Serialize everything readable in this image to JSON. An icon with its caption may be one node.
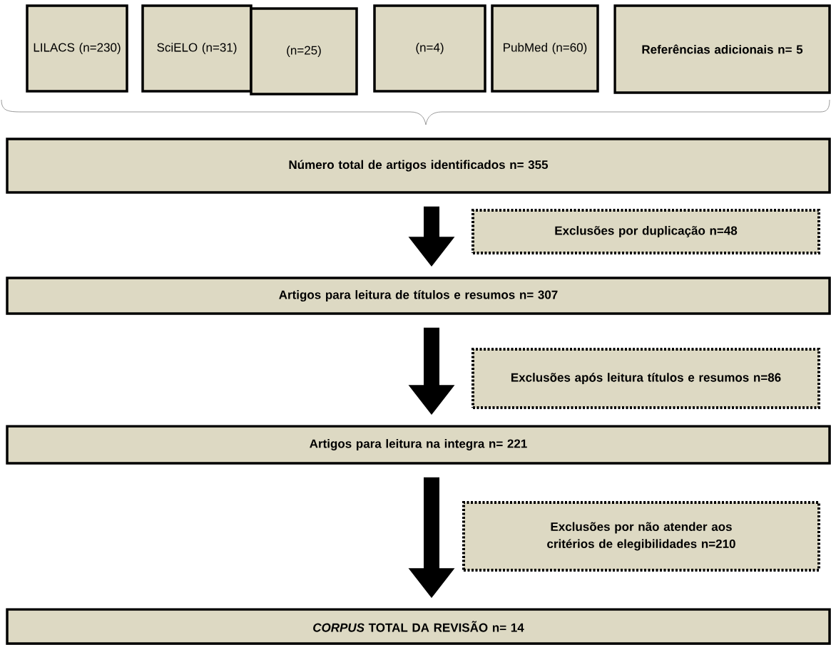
{
  "diagram": {
    "nodes": [
      {
        "text": [
          "LILACS (n=230)"
        ]
      },
      {
        "text": [
          "SciELO (n=31)"
        ]
      },
      {
        "text": [
          "(n=25)"
        ]
      },
      {
        "text": [
          "(n=4)"
        ]
      },
      {
        "text": [
          "PubMed (n=60)"
        ]
      },
      {
        "text": [
          "Referências adicionais n= 5"
        ]
      },
      {
        "text": [
          "Número total de artigos identificados n= 355"
        ]
      },
      {
        "text": [
          "Exclusões por duplicação n=48"
        ]
      },
      {
        "text": [
          "Artigos para leitura de títulos e resumos n= 307"
        ]
      },
      {
        "text": [
          "Exclusões após leitura títulos e resumos n=86"
        ]
      },
      {
        "text": [
          "Artigos para leitura na integra n= 221"
        ]
      },
      {
        "text": [
          "Exclusões por não atender aos critérios de elegibilidades n=210"
        ]
      },
      {
        "text": [
          "*CORPUS* TOTAL DA REVISÃO n= 14"
        ]
      }
    ],
    "edges": [
      {
        "from": 6,
        "to": 8,
        "arrow": "to"
      },
      {
        "from": 8,
        "to": 10,
        "arrow": "to"
      },
      {
        "from": 10,
        "to": 12,
        "arrow": "to"
      }
    ]
  }
}
